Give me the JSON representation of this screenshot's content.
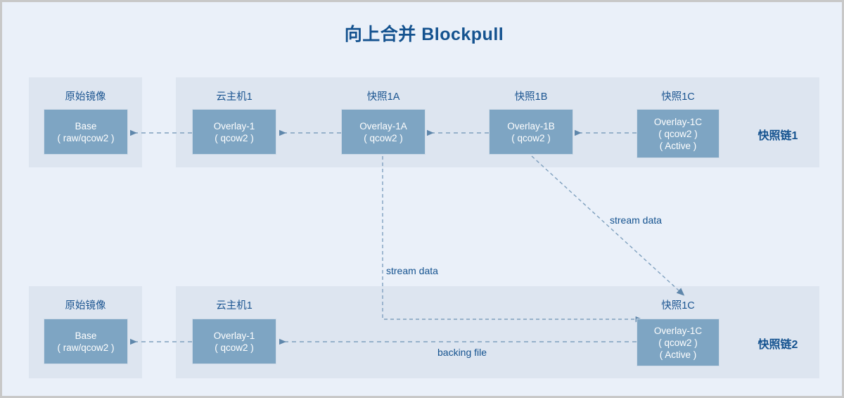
{
  "title": "向上合并 Blockpull",
  "colors": {
    "page_bg": "#eaf0f9",
    "panel_bg": "#dde5f0",
    "node_fill": "#7ea5c3",
    "node_text": "#ffffff",
    "accent_text": "#14528f",
    "edge": "#7fa0be",
    "border": "#c8c8c8"
  },
  "chains": [
    {
      "id": "chain1",
      "label": "快照链1",
      "columns": [
        {
          "header": "原始镜像",
          "node": {
            "lines": [
              "Base",
              "( raw/qcow2 )"
            ]
          }
        },
        {
          "header": "云主机1",
          "node": {
            "lines": [
              "Overlay-1",
              "( qcow2 )"
            ]
          }
        },
        {
          "header": "快照1A",
          "node": {
            "lines": [
              "Overlay-1A",
              "( qcow2 )"
            ]
          }
        },
        {
          "header": "快照1B",
          "node": {
            "lines": [
              "Overlay-1B",
              "( qcow2 )"
            ]
          }
        },
        {
          "header": "快照1C",
          "node": {
            "lines": [
              "Overlay-1C",
              "( qcow2 )",
              "( Active )"
            ]
          }
        }
      ]
    },
    {
      "id": "chain2",
      "label": "快照链2",
      "columns": [
        {
          "header": "原始镜像",
          "node": {
            "lines": [
              "Base",
              "( raw/qcow2 )"
            ]
          }
        },
        {
          "header": "云主机1",
          "node": {
            "lines": [
              "Overlay-1",
              "( qcow2 )"
            ]
          }
        },
        {
          "header": "快照1C",
          "node": {
            "lines": [
              "Overlay-1C",
              "( qcow2 )",
              "( Active )"
            ]
          }
        }
      ]
    }
  ],
  "edge_labels": {
    "stream_data_diagonal": "stream data",
    "stream_data_vertical": "stream data",
    "backing_file": "backing file"
  }
}
